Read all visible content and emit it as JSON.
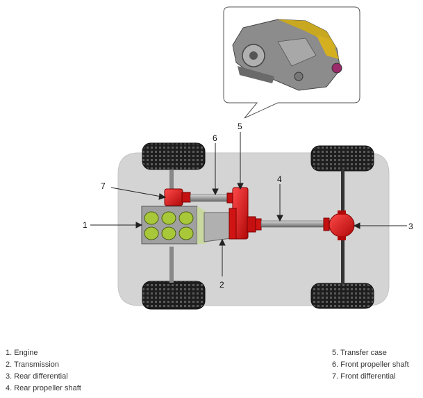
{
  "callouts": {
    "n1": "1",
    "n2": "2",
    "n3": "3",
    "n4": "4",
    "n5": "5",
    "n6": "6",
    "n7": "7"
  },
  "legend": {
    "left": [
      "1. Engine",
      "2. Transmission",
      "3. Rear differential",
      "4. Rear propeller shaft"
    ],
    "right": [
      "5. Transfer case",
      "6. Front propeller shaft",
      "7. Front differential"
    ]
  },
  "colors": {
    "body": "#d4d4d4",
    "red_parts": "#e01818",
    "engine_cylinder": "#a8c83a",
    "shaft": "#9a9a9a",
    "tire": "#2a2a2a"
  }
}
